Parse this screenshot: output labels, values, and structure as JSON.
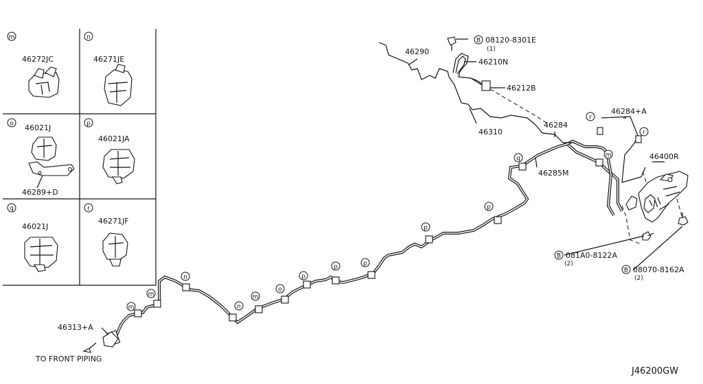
{
  "legend": [
    {
      "key": "m",
      "part": "46272JC"
    },
    {
      "key": "n",
      "part": "46271JE"
    },
    {
      "key": "o",
      "part": "46021J"
    },
    {
      "key": "p",
      "part": "46021JA"
    },
    {
      "key": "q",
      "part": "46021J"
    },
    {
      "key": "r",
      "part": "46271JF"
    }
  ],
  "legend_extra": "46289+D",
  "callouts": {
    "c46290": "46290",
    "c08120": "08120-8301E",
    "c08120_qty": "(1)",
    "c46210N": "46210N",
    "c46212B": "46212B",
    "c46310": "46310",
    "c46284": "46284",
    "c46284A": "46284+A",
    "c46285M": "46285M",
    "c46400R": "46400R",
    "c081A0": "081A0-8122A",
    "c081A0_qty": "(2)",
    "c08070": "08070-8162A",
    "c08070_qty": "(2)",
    "c46313A": "46313+A"
  },
  "bolt_marker": "B",
  "note_front": "TO FRONT PIPING",
  "diagram_code": "J46200GW",
  "markers": {
    "m1": "m",
    "m2": "m",
    "m3": "m",
    "m4": "m",
    "n1": "n",
    "n2": "n",
    "o1": "o",
    "p1": "p",
    "p2": "p",
    "p3": "p",
    "p4": "p",
    "p5": "p",
    "q1": "q",
    "r1": "r",
    "r2": "r"
  }
}
